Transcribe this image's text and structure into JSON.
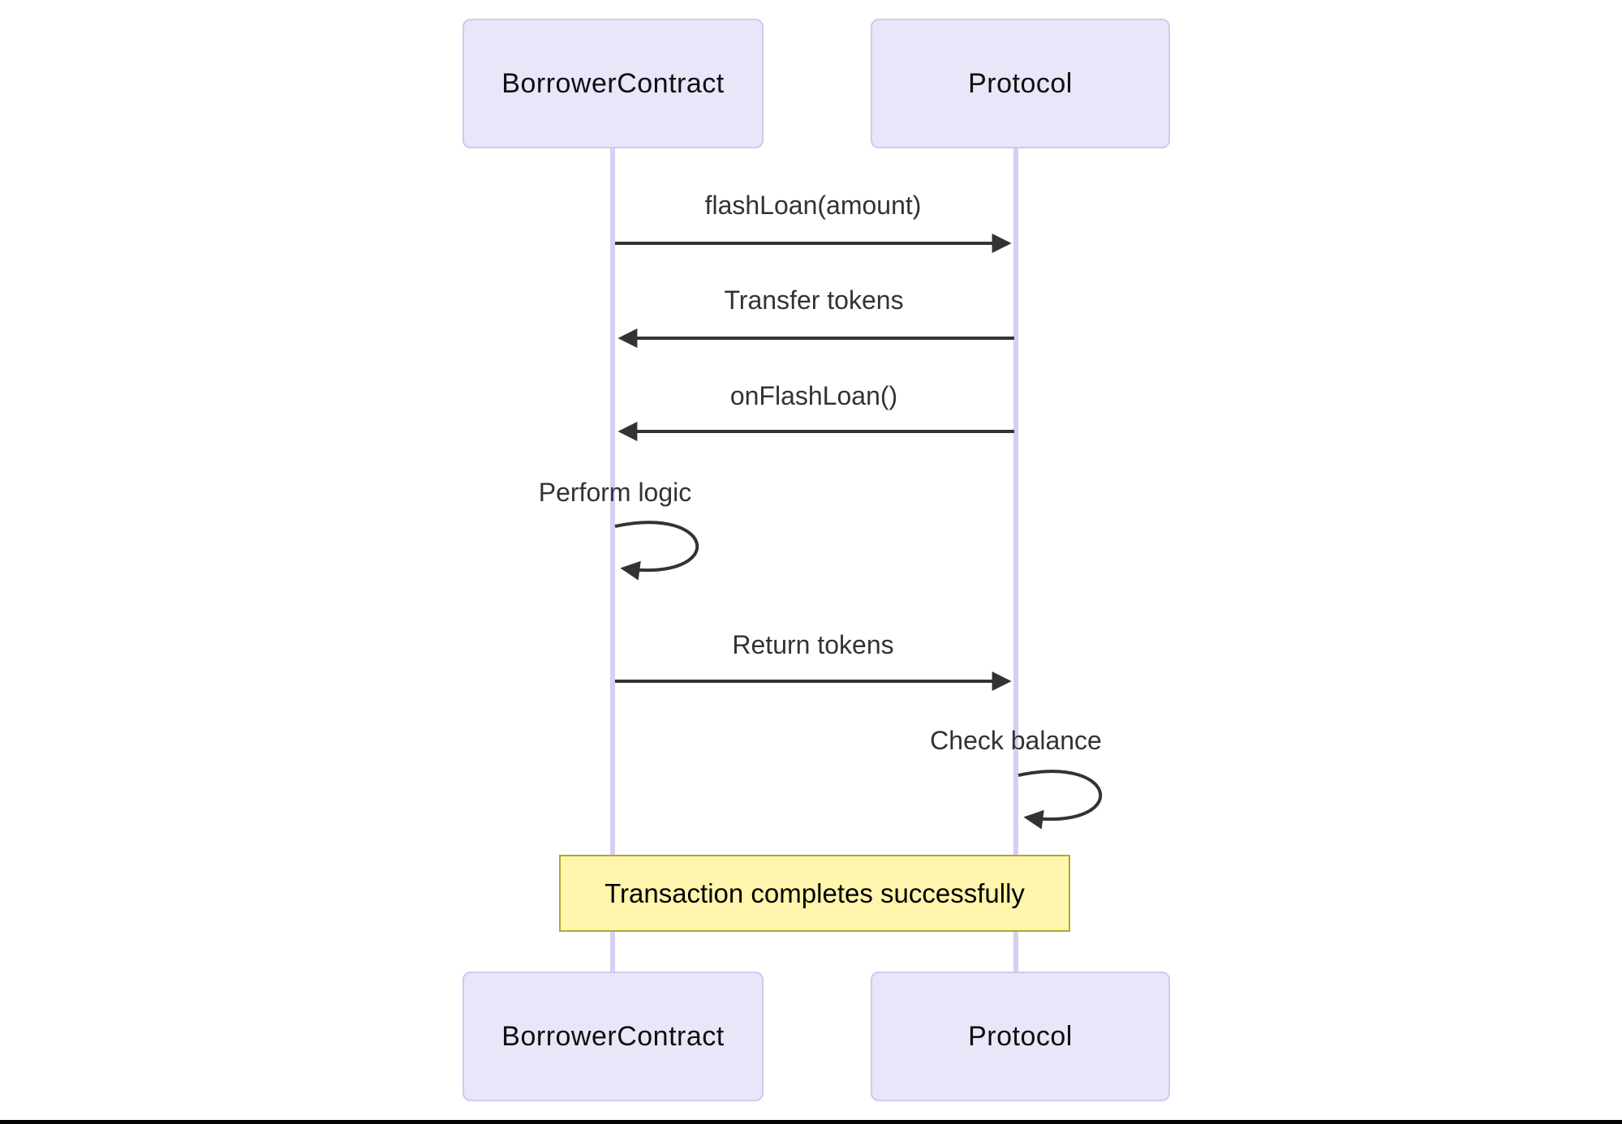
{
  "diagram_type": "sequence",
  "actors": [
    {
      "name": "BorrowerContract"
    },
    {
      "name": "Protocol"
    }
  ],
  "messages": [
    {
      "label": "flashLoan(amount)",
      "from": "BorrowerContract",
      "to": "Protocol",
      "kind": "solid-arrow"
    },
    {
      "label": "Transfer tokens",
      "from": "Protocol",
      "to": "BorrowerContract",
      "kind": "solid-arrow"
    },
    {
      "label": "onFlashLoan()",
      "from": "Protocol",
      "to": "BorrowerContract",
      "kind": "solid-arrow"
    },
    {
      "label": "Perform logic",
      "from": "BorrowerContract",
      "to": "BorrowerContract",
      "kind": "self-loop"
    },
    {
      "label": "Return tokens",
      "from": "BorrowerContract",
      "to": "Protocol",
      "kind": "solid-arrow"
    },
    {
      "label": "Check balance",
      "from": "Protocol",
      "to": "Protocol",
      "kind": "self-loop"
    }
  ],
  "note": {
    "label": "Transaction completes successfully",
    "placement": "over BorrowerContract and Protocol"
  },
  "colors": {
    "actor_fill": "#e9e6f9",
    "actor_border": "#d3c7ee",
    "lifeline": "#d9cef2",
    "message_text": "#333333",
    "arrow": "#333333",
    "note_fill": "#fff5ad",
    "note_border": "#aaaa33",
    "note_text": "#000000",
    "background": "#ffffff",
    "bottom_border": "#050505"
  }
}
